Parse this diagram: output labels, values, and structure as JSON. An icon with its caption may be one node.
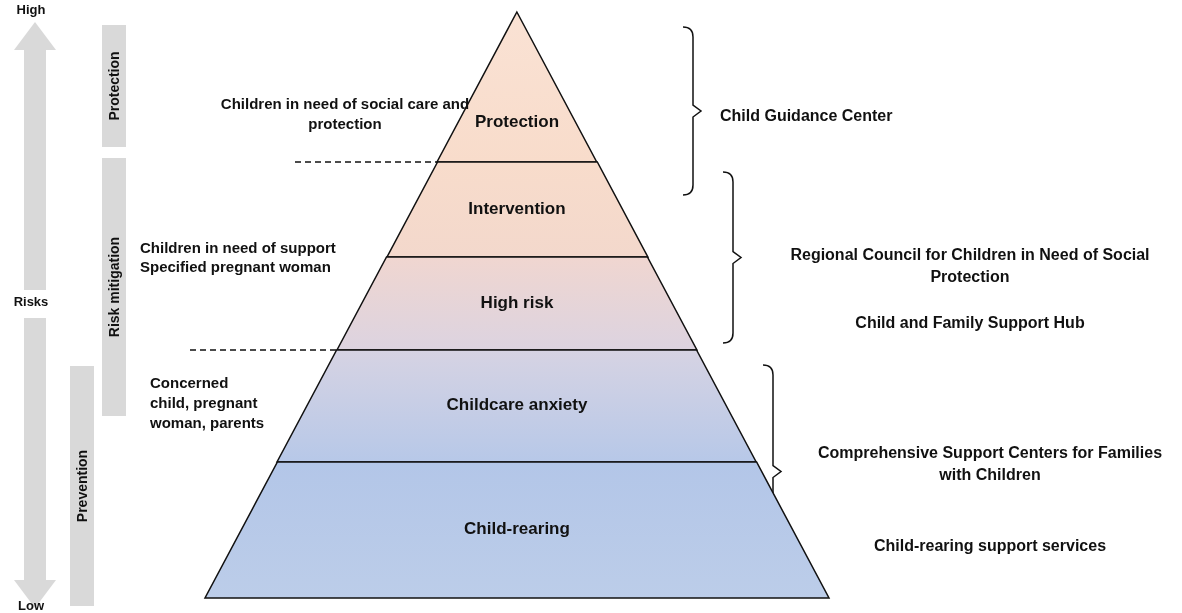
{
  "diagram": {
    "nodes": [
      {
        "text": [
          "Protection"
        ]
      },
      {
        "text": [
          "Intervention"
        ]
      },
      {
        "text": [
          "High risk"
        ]
      },
      {
        "text": [
          "Childcare anxiety"
        ]
      },
      {
        "text": [
          "Child-rearing"
        ]
      },
      {
        "text": [
          "Protection"
        ]
      },
      {
        "text": [
          "Risk mitigation"
        ]
      },
      {
        "text": [
          "Prevention"
        ]
      }
    ],
    "edges": [],
    "labels": [
      "High",
      "Risks",
      "Low",
      "Children in need of social care and protection",
      "Children in need of support",
      "Specified pregnant woman",
      "Concerned child, pregnant woman, parents",
      "Child Guidance Center",
      "Regional Council for Children in Need of Social Protection",
      "Child and Family Support Hub",
      "Comprehensive Support Centers for Families with Children",
      "Child-rearing support services"
    ]
  }
}
